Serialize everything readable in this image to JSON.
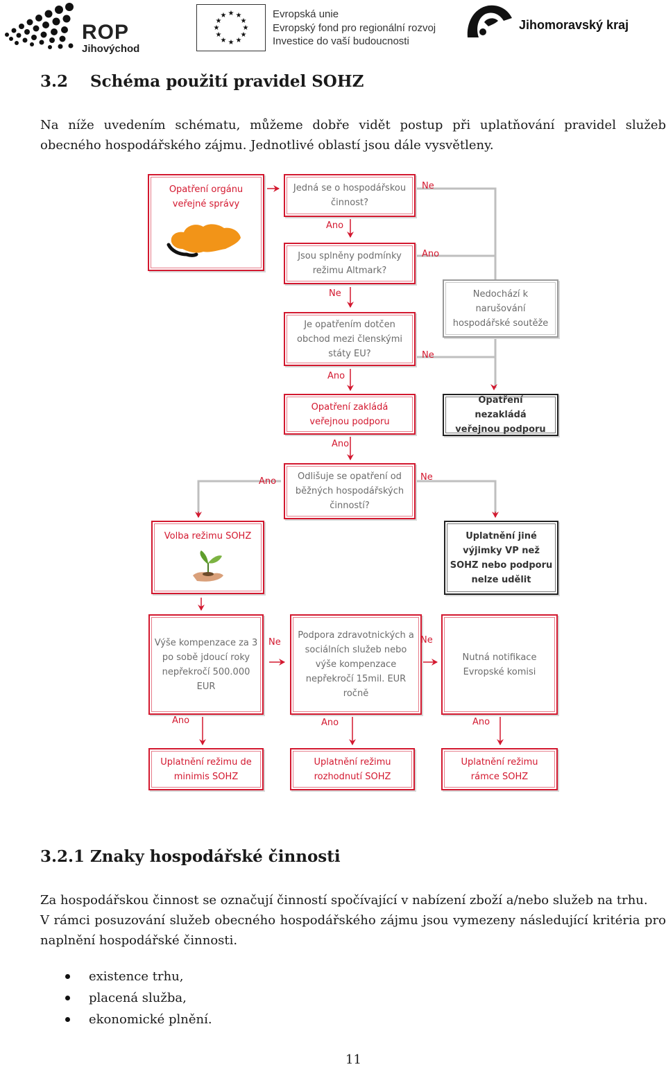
{
  "header": {
    "rop_title": "ROP",
    "rop_subtitle": "Jihovýchod",
    "eu_lines": [
      "Evropská unie",
      "Evropský fond pro regionální rozvoj",
      "Investice do vaší budoucnosti"
    ],
    "region_name": "Jihomoravský kraj"
  },
  "section": {
    "number": "3.2",
    "title": "Schéma použití pravidel SOHZ",
    "intro": "Na níže uvedením schématu, můžeme dobře vidět postup při uplatňování pravidel služeb obecného hospodářského zájmu. Jednotlivé oblastí jsou dále vysvětleny."
  },
  "flowchart": {
    "boxes": {
      "opatreni_organu": "Opatření orgánu veřejné správy",
      "hosp_cinnost": "Jedná se o hospodářskou činnost?",
      "altmark": "Jsou splněny podmínky režimu Altmark?",
      "nenarusuje": "Nedochází k narušování hospodářské soutěže",
      "obchod_eu": "Je opatřením dotčen obchod mezi členskými státy EU?",
      "zaklada_vp": "Opatření zakládá veřejnou podporu",
      "nezaklada_vp": "Opatření nezakládá veřejnou podporu",
      "odlisuje": "Odlišuje se opatření od běžných hospodářských činností?",
      "volba_sohz": "Volba režimu SOHZ",
      "jine_vyjimky": "Uplatnění jiné výjimky VP než SOHZ nebo podporu nelze udělit",
      "kompenzace": "Výše kompenzace za 3 po sobě jdoucí roky nepřekročí 500.000 EUR",
      "zdravotnicke": "Podpora zdravotnických a sociálních služeb nebo výše kompenzace nepřekročí 15mil. EUR ročně",
      "notifikace": "Nutná notifikace Evropské komisi",
      "de_minimis": "Uplatnění režimu de minimis SOHZ",
      "rozhodnuti": "Uplatnění režimu rozhodnutí SOHZ",
      "ramce": "Uplatnění režimu rámce SOHZ"
    },
    "labels": {
      "ne": "Ne",
      "ano": "Ano"
    },
    "accent_color": "#d3182f"
  },
  "subsection": {
    "number": "3.2.1",
    "title": "Znaky hospodářské činnosti",
    "para1": "Za hospodářskou činnost se označují činností spočívající v nabízení zboží a/nebo služeb na trhu.",
    "para2": "V rámci posuzování služeb obecného hospodářského zájmu jsou vymezeny následující kritéria pro naplnění hospodářské činnosti.",
    "bullets": [
      "existence trhu,",
      "placená služba,",
      "ekonomické plnění."
    ]
  },
  "page_number": "11"
}
